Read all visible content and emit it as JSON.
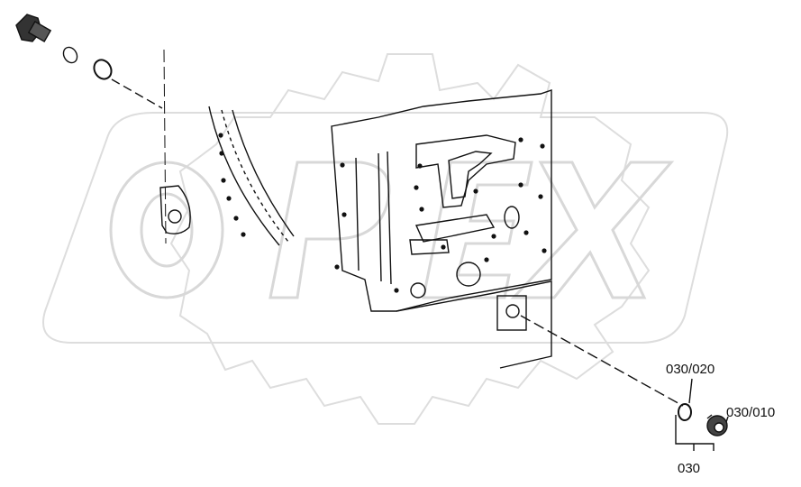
{
  "callouts": {
    "part_020": "030/020",
    "part_010": "030/010",
    "assembly": "030"
  },
  "colors": {
    "line": "#111111",
    "watermark": "#e6e6e6",
    "background": "#ffffff"
  },
  "watermark": {
    "wordmark": "OPEX"
  }
}
